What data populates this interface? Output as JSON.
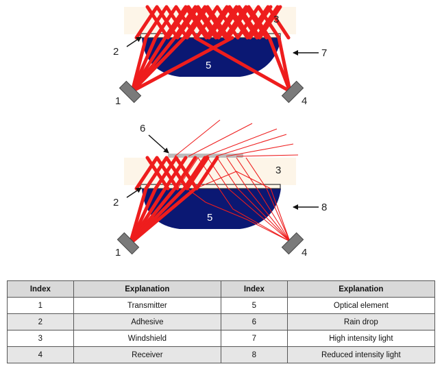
{
  "top_diagram": {
    "labels": {
      "transmitter": "1",
      "adhesive": "2",
      "windshield": "3",
      "receiver": "4",
      "optical_element": "5",
      "high_intensity": "7"
    }
  },
  "bottom_diagram": {
    "labels": {
      "transmitter": "1",
      "adhesive": "2",
      "windshield": "3",
      "receiver": "4",
      "optical_element": "5",
      "rain_drop": "6",
      "reduced_intensity": "8"
    }
  },
  "colors": {
    "beam": "#ee1d1d",
    "optical_element": "#0b1873",
    "windshield": "#fdf5e8",
    "sensor": "#7a7a7a",
    "drop": "#bcbcbc"
  },
  "table": {
    "headers": [
      "Index",
      "Explanation",
      "Index",
      "Explanation"
    ],
    "rows": [
      [
        "1",
        "Transmitter",
        "5",
        "Optical element"
      ],
      [
        "2",
        "Adhesive",
        "6",
        "Rain drop"
      ],
      [
        "3",
        "Windshield",
        "7",
        "High intensity light"
      ],
      [
        "4",
        "Receiver",
        "8",
        "Reduced intensity light"
      ]
    ]
  }
}
